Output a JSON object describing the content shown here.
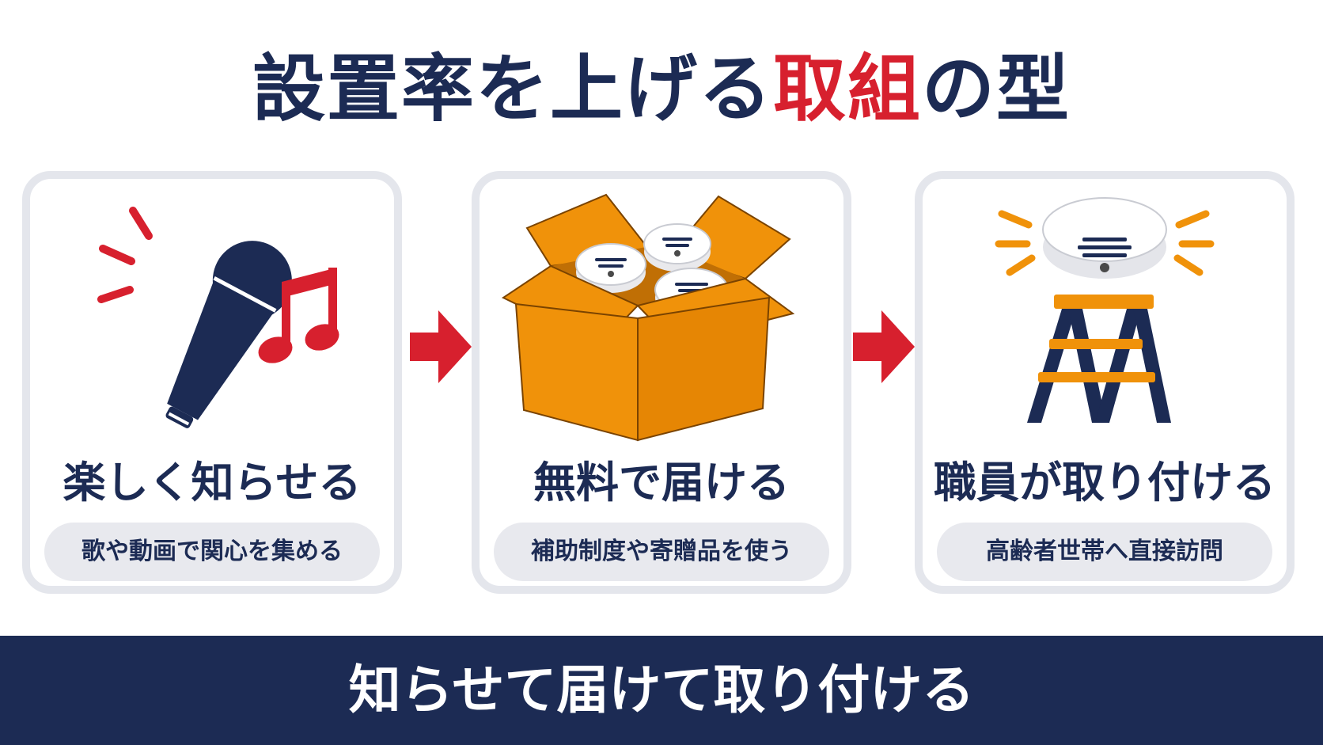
{
  "title": {
    "part1": "設置率を上げる",
    "accent": "取組",
    "part2": "の型"
  },
  "steps": [
    {
      "heading": "楽しく知らせる",
      "caption": "歌や動画で関心を集める",
      "icon": "microphone-music-icon"
    },
    {
      "heading": "無料で届ける",
      "caption": "補助制度や寄贈品を使う",
      "icon": "box-smoke-detectors-icon"
    },
    {
      "heading": "職員が取り付ける",
      "caption": "高齢者世帯へ直接訪問",
      "icon": "ladder-smoke-detector-icon"
    }
  ],
  "footer": "知らせて届けて取り付ける",
  "colors": {
    "navy": "#1c2b54",
    "red": "#d7202e",
    "orange": "#f0920a",
    "card_border": "#e4e6ec",
    "pill_bg": "#e8e9ee"
  }
}
